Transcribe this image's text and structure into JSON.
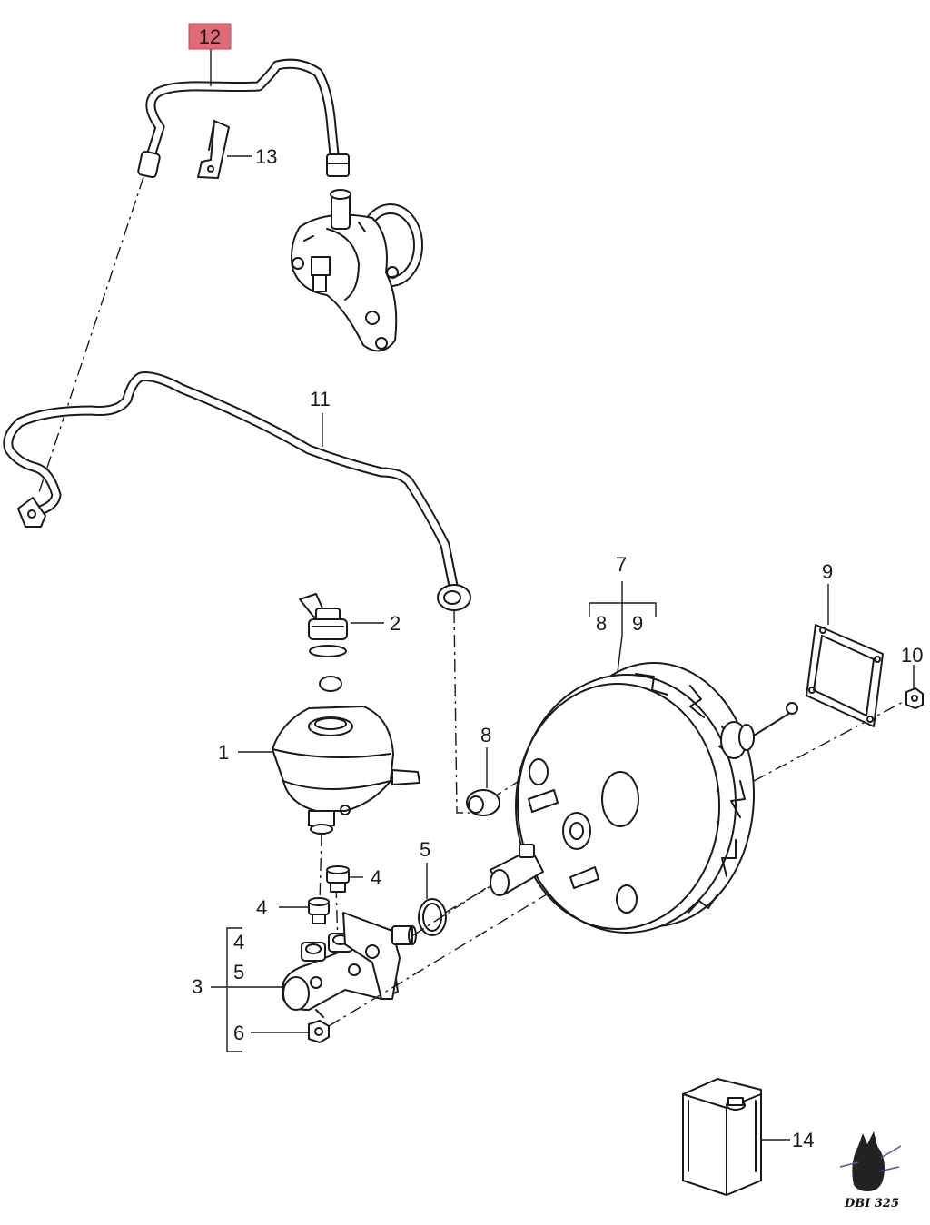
{
  "diagram": {
    "highlight_color": "#e06b78",
    "callouts": {
      "c1": "1",
      "c2": "2",
      "c3": "3",
      "c4a": "4",
      "c4b": "4",
      "c4c": "4",
      "c5a": "5",
      "c5b": "5",
      "c6": "6",
      "c7": "7",
      "c8a": "8",
      "c8b": "8",
      "c9a": "9",
      "c9b": "9",
      "c10": "10",
      "c11": "11",
      "c12": "12",
      "c13": "13",
      "c14": "14"
    },
    "watermark": "DBI 325"
  }
}
